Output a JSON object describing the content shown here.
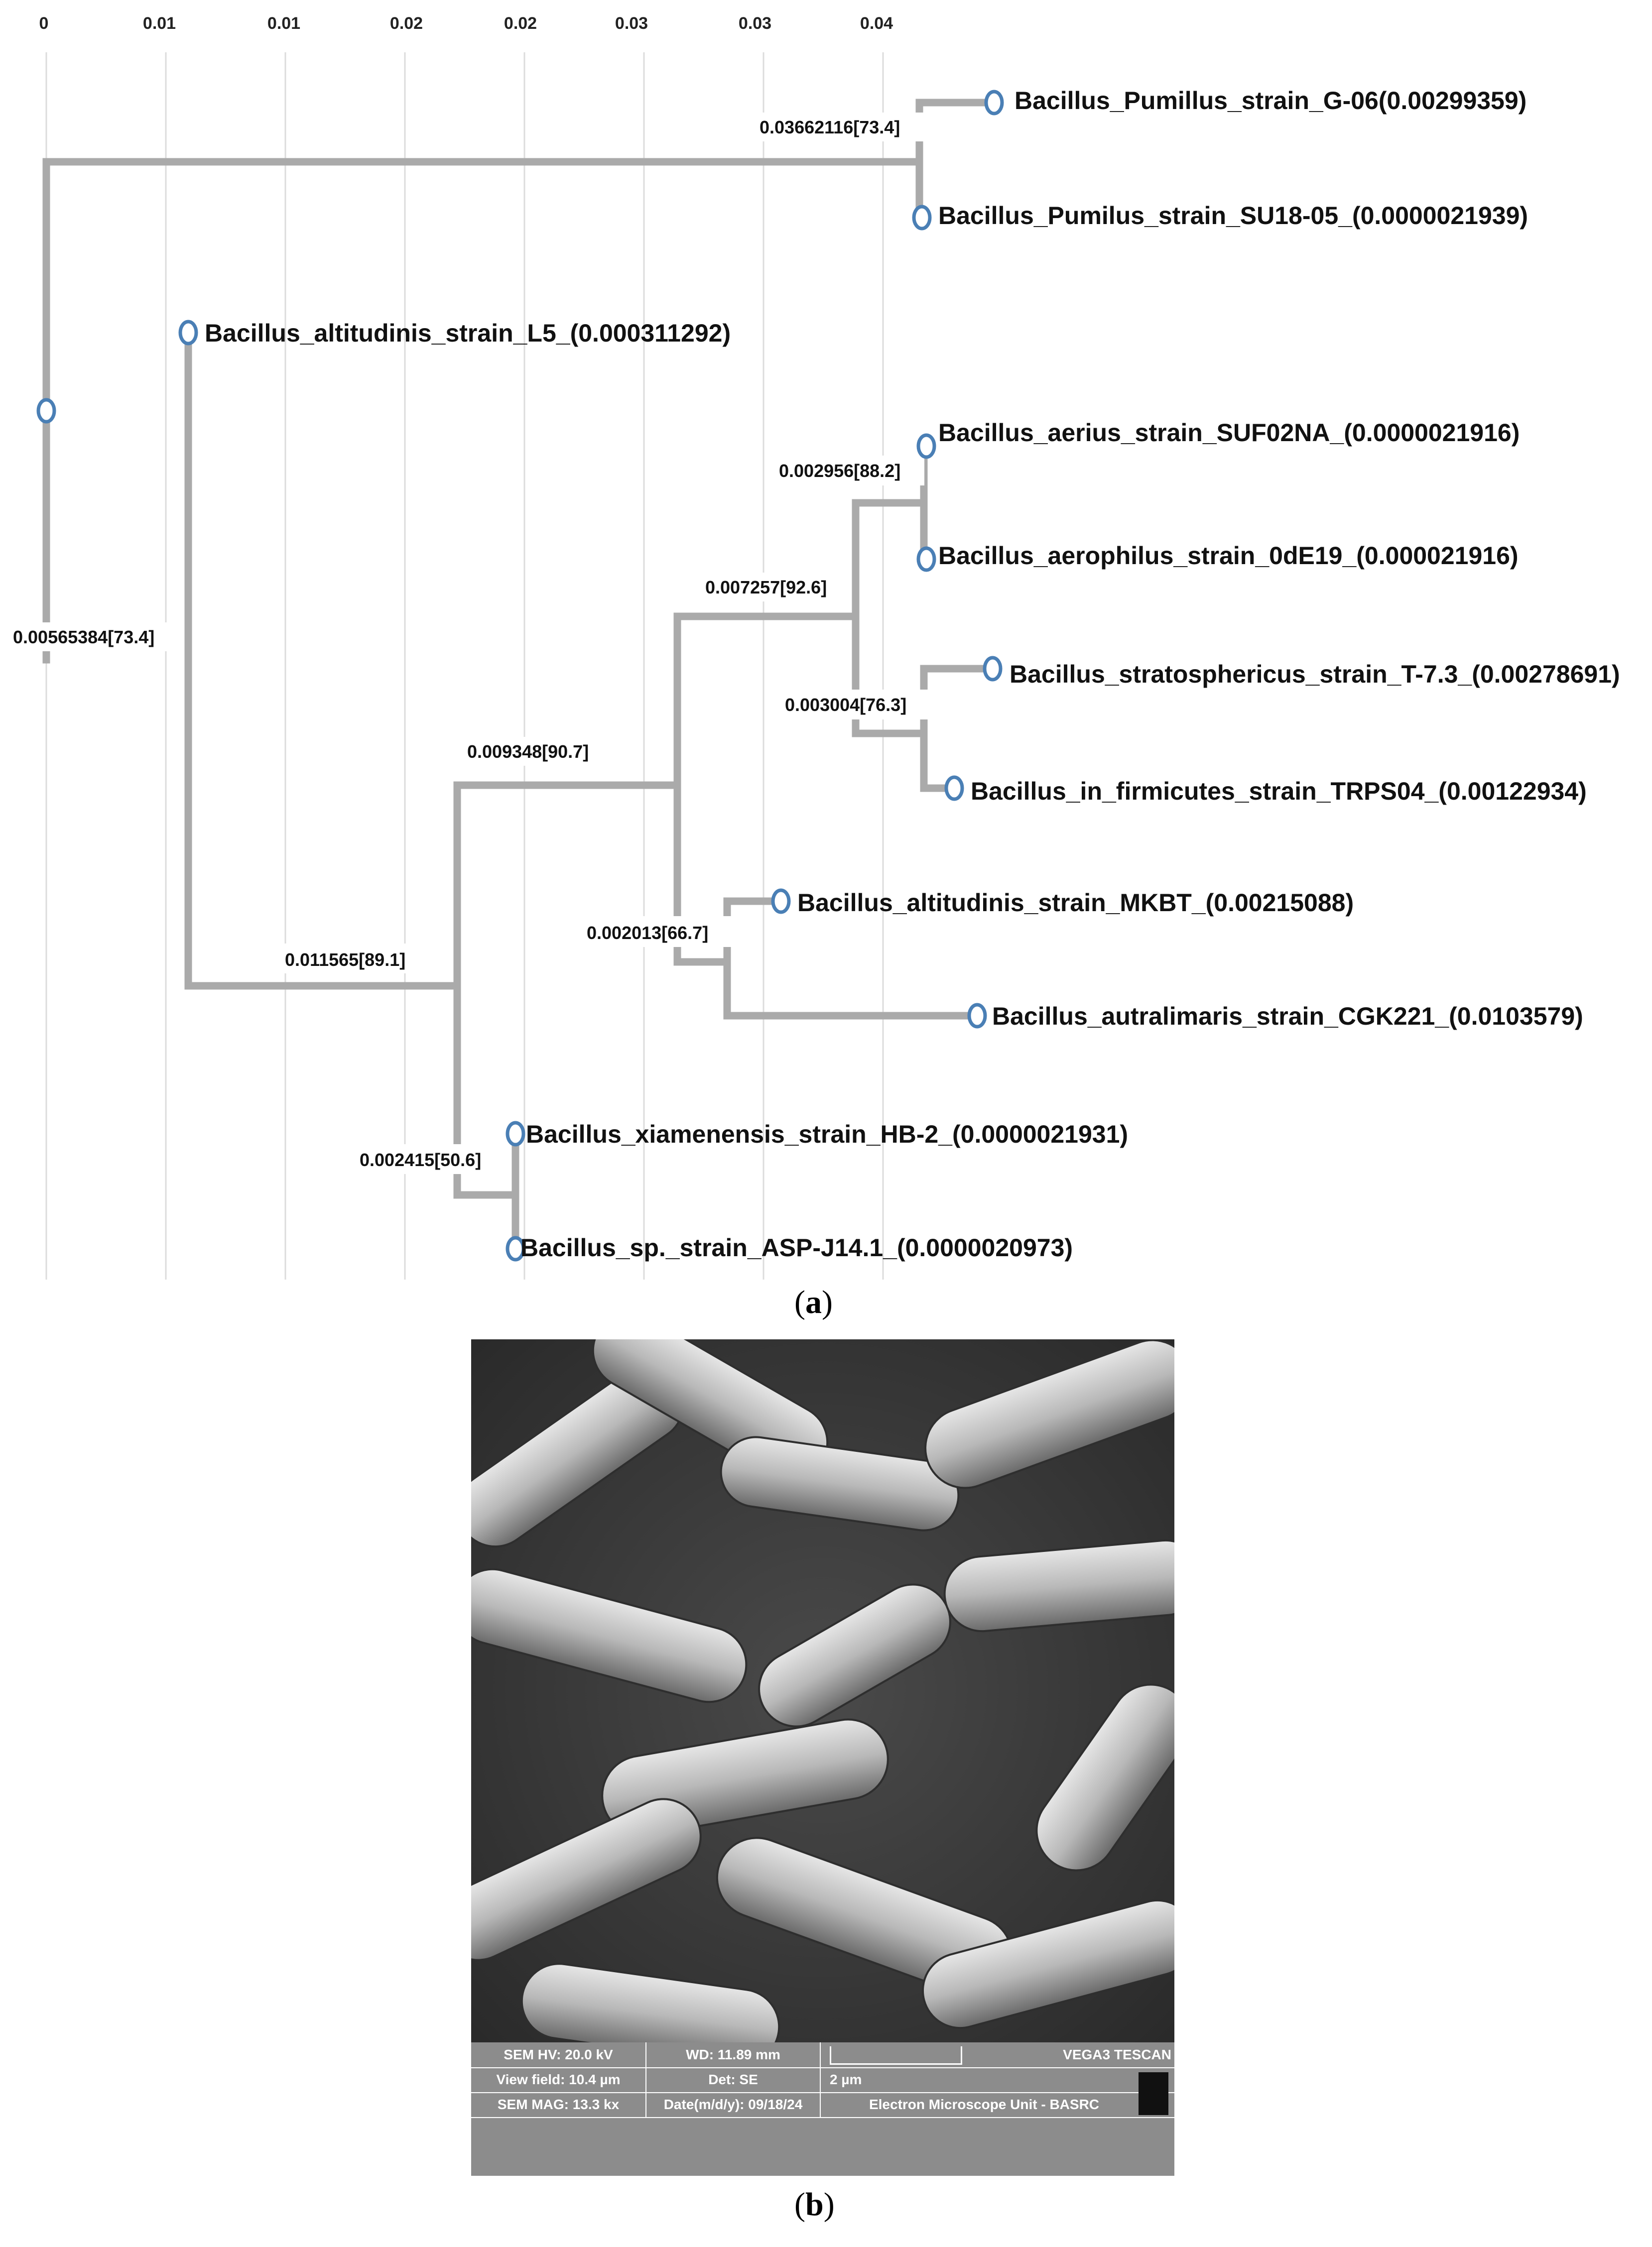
{
  "panel_a": {
    "caption_label": "a",
    "axis_ticks": [
      "0",
      "0.01",
      "0.01",
      "0.02",
      "0.02",
      "0.03",
      "0.03",
      "0.04"
    ],
    "leaves": [
      {
        "id": "l1",
        "label": "Bacillus_Pumillus_strain_G-06(0.00299359)"
      },
      {
        "id": "l2",
        "label": "Bacillus_Pumilus_strain_SU18-05_(0.0000021939)"
      },
      {
        "id": "l3",
        "label": "Bacillus_altitudinis_strain_L5_(0.000311292)"
      },
      {
        "id": "l4",
        "label": "Bacillus_aerius_strain_SUF02NA_(0.0000021916)"
      },
      {
        "id": "l5",
        "label": "Bacillus_aerophilus_strain_0dE19_(0.000021916)"
      },
      {
        "id": "l6",
        "label": "Bacillus_stratosphericus_strain_T-7.3_(0.00278691)"
      },
      {
        "id": "l7",
        "label": "Bacillus_in_firmicutes_strain_TRPS04_(0.00122934)"
      },
      {
        "id": "l8",
        "label": "Bacillus_altitudinis_strain_MKBT_(0.00215088)"
      },
      {
        "id": "l9",
        "label": "Bacillus_autralimaris_strain_CGK221_(0.0103579)"
      },
      {
        "id": "l10",
        "label": "Bacillus_xiamenensis_strain_HB-2_(0.0000021931)"
      },
      {
        "id": "l11",
        "label": "Bacillus_sp._strain_ASP-J14.1_(0.0000020973)"
      }
    ],
    "branch_labels": [
      {
        "id": "b1",
        "text": "0.03662116[73.4]"
      },
      {
        "id": "b2",
        "text": "0.00565384[73.4]"
      },
      {
        "id": "b3",
        "text": "0.002956[88.2]"
      },
      {
        "id": "b4",
        "text": "0.007257[92.6]"
      },
      {
        "id": "b5",
        "text": "0.003004[76.3]"
      },
      {
        "id": "b6",
        "text": "0.009348[90.7]"
      },
      {
        "id": "b7",
        "text": "0.002013[66.7]"
      },
      {
        "id": "b8",
        "text": "0.011565[89.1]"
      },
      {
        "id": "b9",
        "text": "0.002415[50.6]"
      }
    ]
  },
  "panel_b": {
    "caption_label": "b",
    "sem_info": {
      "hv": "SEM HV: 20.0 kV",
      "wd": "WD: 11.89 mm",
      "brand": "VEGA3 TESCAN",
      "view_field": "View field: 10.4 µm",
      "det": "Det: SE",
      "scale": "2 µm",
      "mag": "SEM MAG: 13.3 kx",
      "date": "Date(m/d/y): 09/18/24",
      "unit": "Electron Microscope Unit - BASRC"
    }
  },
  "colors": {
    "branch": "#aaaaaa",
    "node": "#4a7fb5",
    "grid": "#dcdcdc"
  }
}
